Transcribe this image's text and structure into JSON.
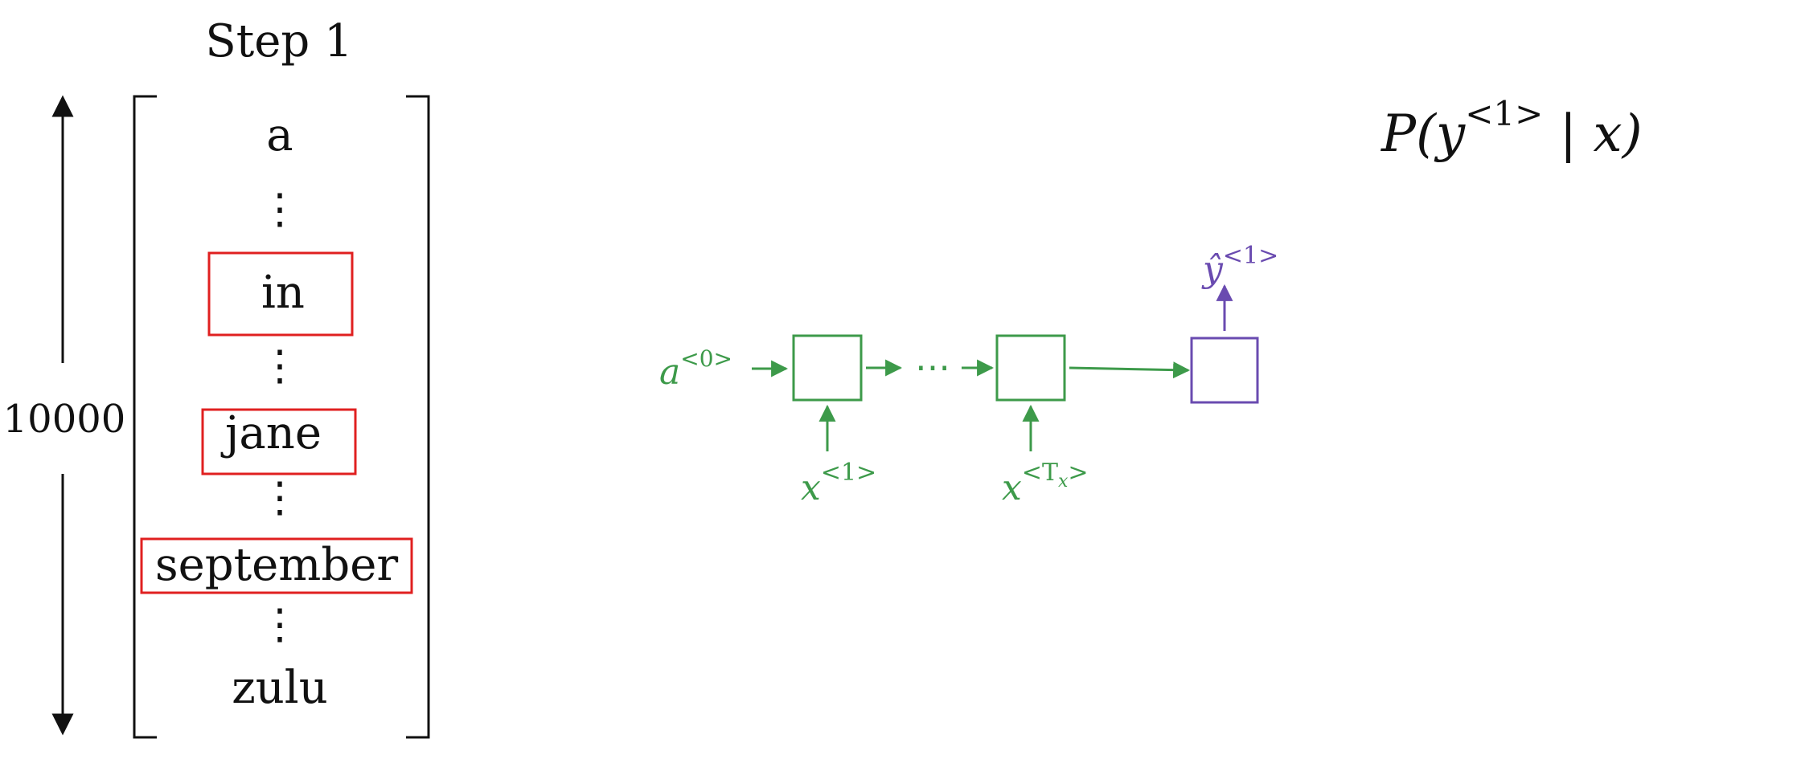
{
  "step_title": "Step 1",
  "vocab_size_label": "10000",
  "vocabulary": {
    "words": [
      "a",
      "in",
      "jane",
      "september",
      "zulu"
    ],
    "ellipsis": "⋮",
    "highlighted_words": [
      "in",
      "jane",
      "september"
    ]
  },
  "probability": {
    "prefix": "P(y",
    "superscript": "<1>",
    "suffix": " | x)"
  },
  "rnn": {
    "a0_base": "a",
    "a0_sup": "<0>",
    "dots": "⋯",
    "x1_base": "x",
    "x1_sup": "<1>",
    "xT_base": "x",
    "xT_sup_lt": "<T",
    "xT_sup_sub": "x",
    "xT_sup_gt": ">",
    "yhat_base": "ŷ",
    "yhat_sup": "<1>"
  },
  "colors": {
    "green": "#3d9a4a",
    "purple": "#6a4bb0",
    "highlight_box": "#e02020",
    "ink": "#111111"
  }
}
